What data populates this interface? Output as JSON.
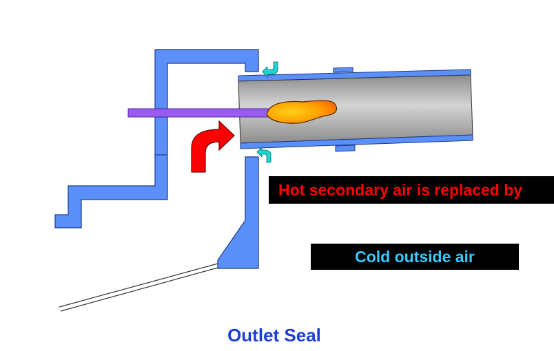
{
  "labels": {
    "hot_secondary_air": "Hot secondary air is replaced by",
    "cold_outside_air": "Cold outside air",
    "caption": "Outlet Seal"
  },
  "colors": {
    "hood": "#5b8ff9",
    "kiln_shell_dark": "#8c8c8c",
    "kiln_shell_light": "#d4d4d4",
    "burner_pipe": "#9a5cf0",
    "flame_inner": "#ffd21a",
    "flame_outer": "#ff7a00",
    "hot_air_arrow": "#ff0000",
    "cold_air_arrow": "#1fd3d3",
    "hot_text": "#ff0000",
    "cold_text": "#33ccff",
    "caption_text": "#1a3fd6"
  }
}
